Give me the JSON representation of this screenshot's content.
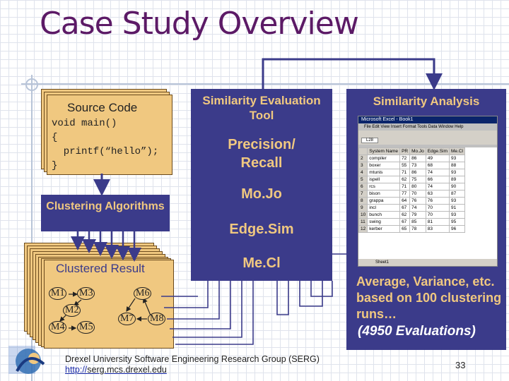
{
  "title": "Case Study Overview",
  "source": {
    "title": "Source Code",
    "code": [
      "void main()",
      "{",
      "  printf(“hello”);",
      "}"
    ]
  },
  "clustering": {
    "label": "Clustering Algorithms"
  },
  "clustered": {
    "title": "Clustered Result",
    "nodes": [
      "M1",
      "M3",
      "M6",
      "M2",
      "M7",
      "M8",
      "M4",
      "M5"
    ]
  },
  "tower": {
    "eval_tool": "Similarity Evaluation Tool",
    "precision": "Precision/ Recall",
    "mojo": "Mo.Jo",
    "edgesim": "Edge.Sim",
    "mecl": "Me.Cl"
  },
  "analysis": {
    "title": "Similarity Analysis",
    "excel": {
      "window_title": "Microsoft Excel - Book1",
      "menu": "File  Edit  View  Insert  Format  Tools  Data  Window  Help",
      "cell_ref": "L28",
      "headers": [
        "",
        "System Name",
        "PR",
        "Mo.Jo",
        "Edge.Sim",
        "Me.Cl"
      ],
      "rows": [
        [
          "2",
          "compiler",
          "72",
          "86",
          "49",
          "93"
        ],
        [
          "3",
          "boxer",
          "55",
          "73",
          "68",
          "88"
        ],
        [
          "4",
          "mtunis",
          "71",
          "86",
          "74",
          "93"
        ],
        [
          "5",
          "ispell",
          "62",
          "75",
          "66",
          "89"
        ],
        [
          "6",
          "rcs",
          "71",
          "80",
          "74",
          "90"
        ],
        [
          "7",
          "bison",
          "77",
          "70",
          "63",
          "87"
        ],
        [
          "8",
          "grappa",
          "64",
          "76",
          "76",
          "93"
        ],
        [
          "9",
          "incl",
          "67",
          "74",
          "70",
          "91"
        ],
        [
          "10",
          "bunch",
          "62",
          "79",
          "70",
          "93"
        ],
        [
          "11",
          "swing",
          "67",
          "85",
          "81",
          "95"
        ],
        [
          "12",
          "kerber",
          "65",
          "78",
          "83",
          "96"
        ]
      ],
      "sheet_tab": "Sheet1"
    },
    "summary": "Average, Variance, etc. based on 100 clustering runs…",
    "evaluations": "(4950 Evaluations)"
  },
  "footer": {
    "org": "Drexel University Software Engineering Research Group (SERG)",
    "url_prefix": "http://",
    "url_rest": "serg.mcs.drexel.edu"
  },
  "page_number": "33",
  "colors": {
    "navy": "#3b3b8a",
    "tan": "#f0c880",
    "title_purple": "#5c1a66"
  }
}
